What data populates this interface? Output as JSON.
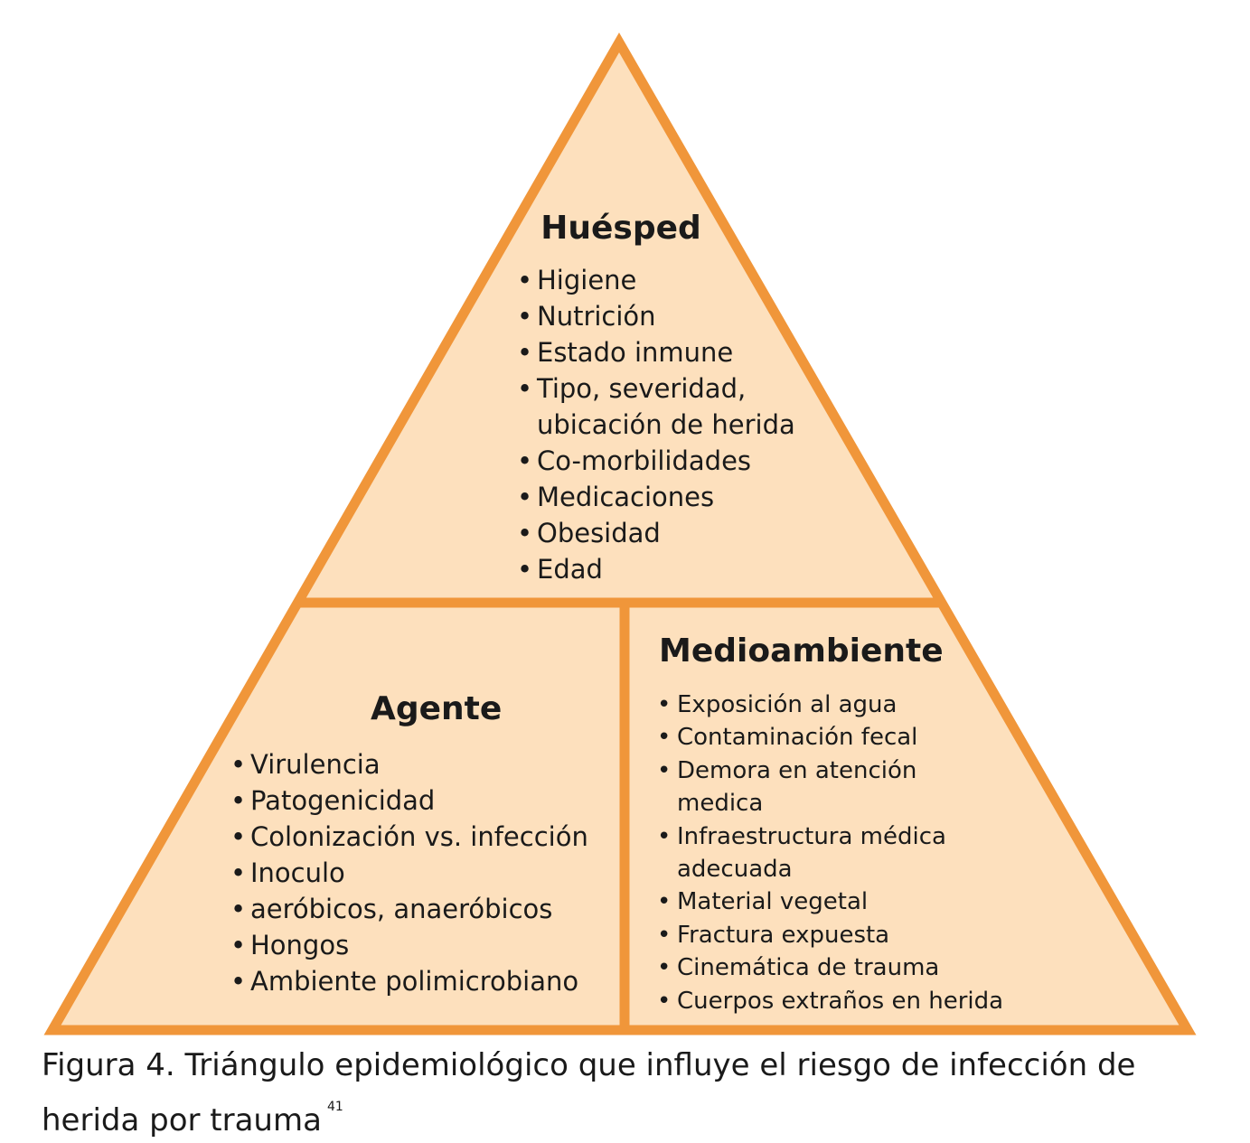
{
  "colors": {
    "fill": "#fde0bd",
    "stroke": "#f0963a",
    "text": "#1a1a1a"
  },
  "sections": {
    "huesped": {
      "title": "Huésped",
      "items": [
        "Higiene",
        "Nutrición",
        "Estado inmune",
        "Tipo, severidad, ubicación de herida",
        "Co-morbilidades",
        "Medicaciones",
        "Obesidad",
        "Edad"
      ]
    },
    "agente": {
      "title": "Agente",
      "items": [
        "Virulencia",
        "Patogenicidad",
        "Colonización vs. infección",
        "Inoculo",
        "aeróbicos, anaeróbicos",
        "Hongos",
        "Ambiente polimicrobiano"
      ]
    },
    "medio": {
      "title": "Medioambiente",
      "items": [
        "Exposición al agua",
        "Contaminación fecal",
        "Demora en atención medica",
        "Infraestructura médica adecuada",
        "Material vegetal",
        "Fractura expuesta",
        "Cinemática de trauma",
        "Cuerpos extraños en herida"
      ]
    }
  },
  "caption": {
    "text": "Figura 4.  Triángulo epidemiológico que influye el riesgo de infección de herida por trauma",
    "ref": "41"
  }
}
